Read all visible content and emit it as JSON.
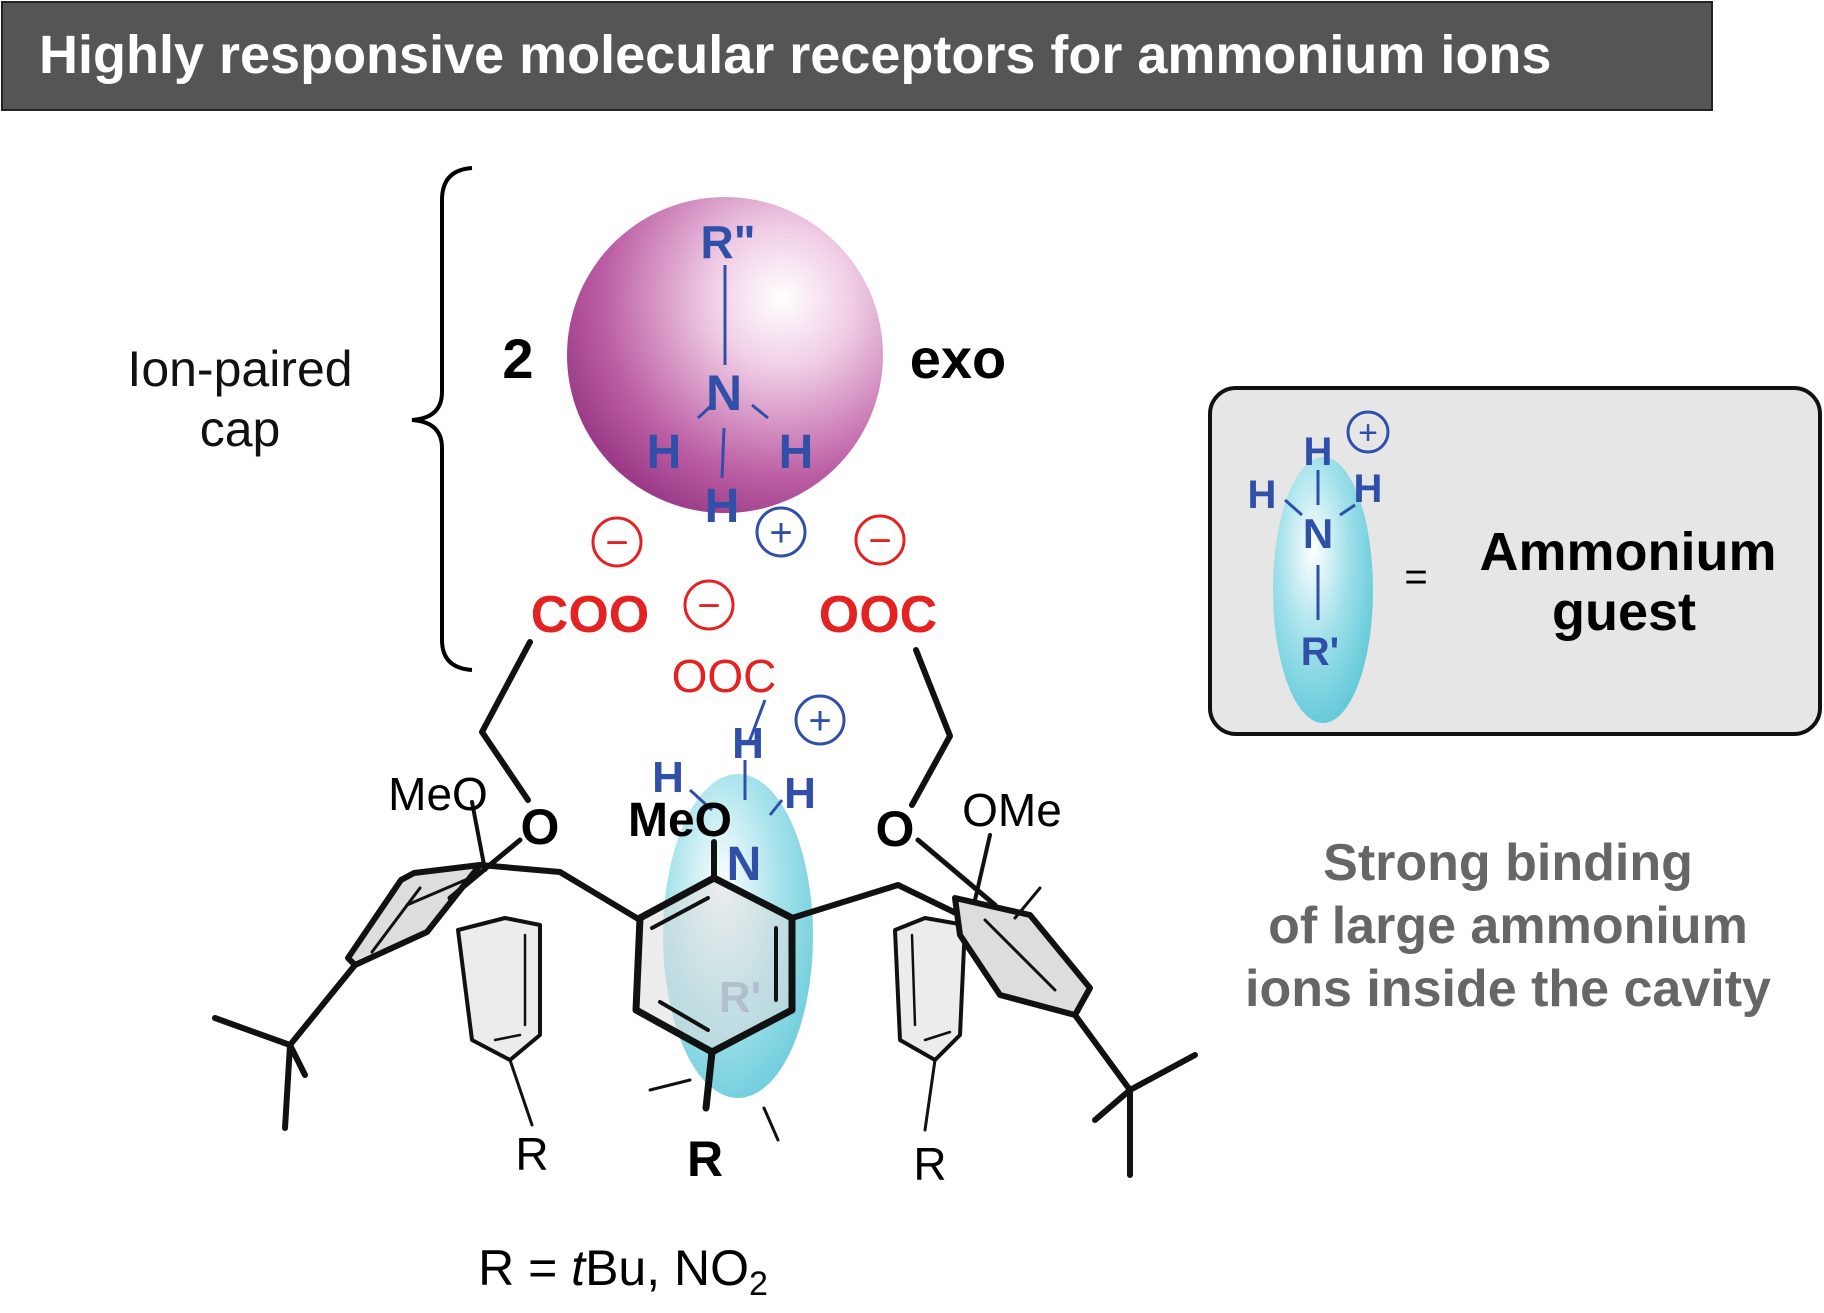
{
  "title": "Highly responsive molecular receptors for ammonium ions",
  "cap_label_line1": "Ion-paired",
  "cap_label_line2": "cap",
  "count": "2",
  "exo_label": "exo",
  "sphere": {
    "top_group": "R\"",
    "center_atom": "N",
    "h_left": "H",
    "h_right": "H",
    "h_bottom": "H"
  },
  "charges": {
    "plus": "+",
    "minus": "−"
  },
  "carboxylates": {
    "left": "COO",
    "right": "OOC",
    "inner": "OOC"
  },
  "receptor": {
    "oxygen": "O",
    "meo_left": "MeO",
    "meo_center": "MeO",
    "ome_right": "OMe",
    "guest_h": "H",
    "guest_n": "N",
    "guest_tail": "R'",
    "r_label": "R"
  },
  "legend": {
    "h_top": "H",
    "h_left": "H",
    "h_right": "H",
    "n": "N",
    "r_prime": "R'",
    "equals": "=",
    "line1": "Ammonium",
    "line2": "guest"
  },
  "binding_note": {
    "line1": "Strong binding",
    "line2": "of large ammonium",
    "line3": "ions inside the cavity"
  },
  "footnote": {
    "prefix": "R = ",
    "italic": "t",
    "mid": "Bu, NO",
    "sub": "2"
  },
  "colors": {
    "title_bg": "#555555",
    "anion_red": "#e32222",
    "ammonium_blue": "#2f4fa8",
    "sphere_magenta": "#a23c8e",
    "guest_cyan": "#5ac8d8",
    "legend_bg": "#e6e6e6",
    "note_gray": "#666666"
  }
}
